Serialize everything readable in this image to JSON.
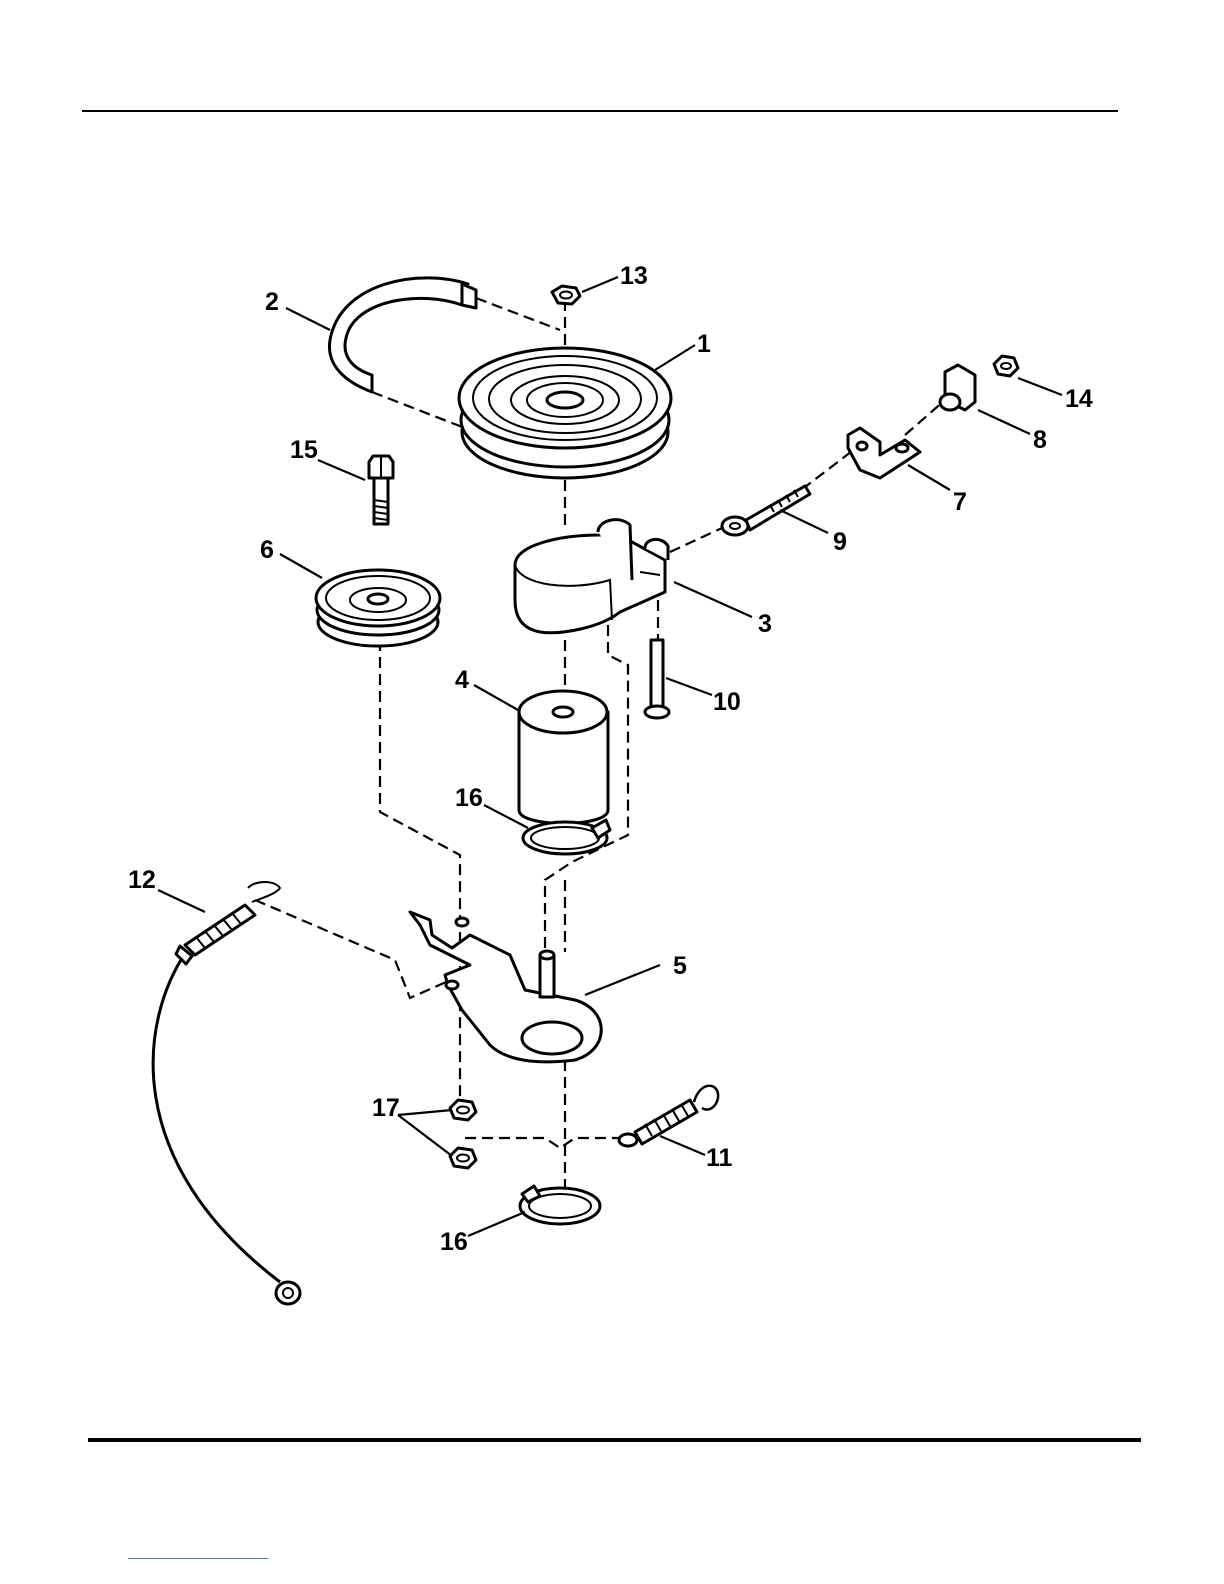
{
  "diagram": {
    "callouts": {
      "c1": "1",
      "c2": "2",
      "c3": "3",
      "c4": "4",
      "c5": "5",
      "c6": "6",
      "c7": "7",
      "c8": "8",
      "c9": "9",
      "c10": "10",
      "c11": "11",
      "c12": "12",
      "c13": "13",
      "c14": "14",
      "c15": "15",
      "c16a": "16",
      "c16b": "16",
      "c17": "17"
    }
  },
  "colors": {
    "ink": "#000000",
    "paper": "#ffffff",
    "footer_link": "#3a6fd8"
  }
}
